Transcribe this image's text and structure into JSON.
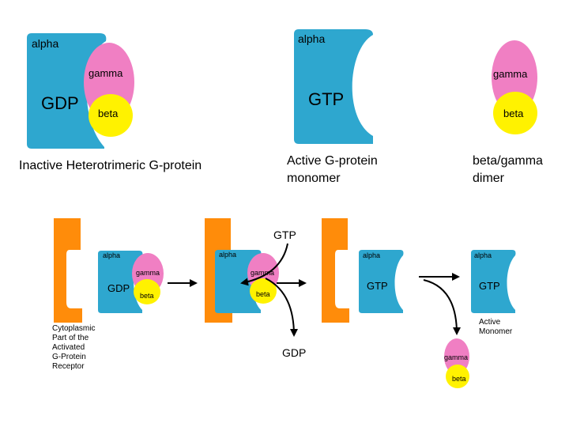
{
  "colors": {
    "alpha": "#2ea7cf",
    "gamma": "#f07fc3",
    "beta": "#fff200",
    "receptor": "#ff8c0a",
    "outline": "#000000",
    "text": "#000000"
  },
  "top": {
    "inactive": {
      "alpha": "alpha",
      "gamma": "gamma",
      "gdp": "GDP",
      "beta": "beta",
      "caption": "Inactive Heterotrimeric G-protein"
    },
    "active_monomer": {
      "alpha": "alpha",
      "gtp": "GTP",
      "caption_line1": "Active G-protein",
      "caption_line2": "monomer"
    },
    "dimer": {
      "gamma": "gamma",
      "beta": "beta",
      "caption_line1": "beta/gamma",
      "caption_line2": "dimer"
    }
  },
  "bottom": {
    "stage1": {
      "alpha": "alpha",
      "gamma": "gamma",
      "gdp": "GDP",
      "beta": "beta"
    },
    "receptor_caption": [
      "Cytoplasmic",
      "Part of the",
      "Activated",
      "G-Protein",
      "Receptor"
    ],
    "stage2": {
      "alpha": "alpha",
      "gamma": "gamma",
      "beta": "beta",
      "gtp_in": "GTP",
      "gdp_out": "GDP"
    },
    "stage3": {
      "alpha": "alpha",
      "gtp": "GTP"
    },
    "stage4": {
      "alpha": "alpha",
      "gtp": "GTP",
      "caption_line1": "Active",
      "caption_line2": "Monomer",
      "gamma": "gamma",
      "beta": "beta"
    }
  }
}
